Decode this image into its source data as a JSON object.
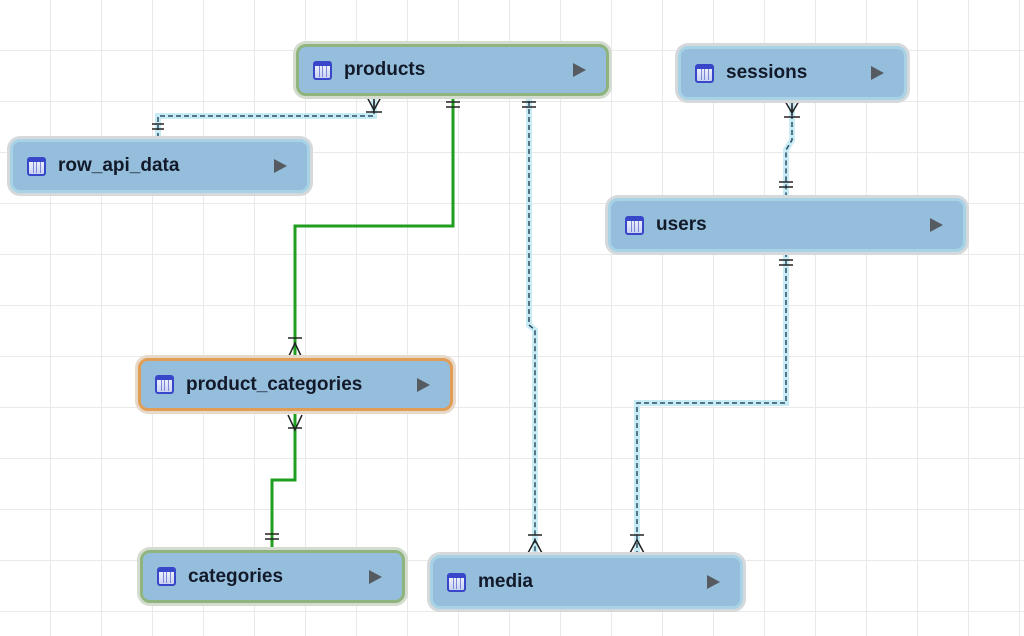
{
  "diagram": {
    "entities": [
      {
        "id": "products",
        "name": "products"
      },
      {
        "id": "sessions",
        "name": "sessions"
      },
      {
        "id": "row_api_data",
        "name": "row_api_data"
      },
      {
        "id": "users",
        "name": "users"
      },
      {
        "id": "product_categories",
        "name": "product_categories"
      },
      {
        "id": "categories",
        "name": "categories"
      },
      {
        "id": "media",
        "name": "media"
      }
    ],
    "relationships": [
      {
        "from": "products",
        "to": "row_api_data",
        "from_cardinality": "many",
        "to_cardinality": "one",
        "style": "dashed"
      },
      {
        "from": "products",
        "to": "product_categories",
        "from_cardinality": "one",
        "to_cardinality": "many",
        "style": "solid-green"
      },
      {
        "from": "products",
        "to": "media",
        "from_cardinality": "one",
        "to_cardinality": "many",
        "style": "dashed"
      },
      {
        "from": "sessions",
        "to": "users",
        "from_cardinality": "many",
        "to_cardinality": "one",
        "style": "dashed"
      },
      {
        "from": "users",
        "to": "media",
        "from_cardinality": "one",
        "to_cardinality": "many",
        "style": "dashed"
      },
      {
        "from": "product_categories",
        "to": "categories",
        "from_cardinality": "many",
        "to_cardinality": "one",
        "style": "solid-green"
      }
    ],
    "colors": {
      "entity_fill": "#95bedc",
      "entity_border_default": "#a8d3e6",
      "entity_border_green": "#8fb47e",
      "entity_border_orange": "#e09d55",
      "link_solid": "#1f9e1f",
      "link_dashed": "#2f4f63",
      "link_halo": "#c8ecf6"
    }
  }
}
